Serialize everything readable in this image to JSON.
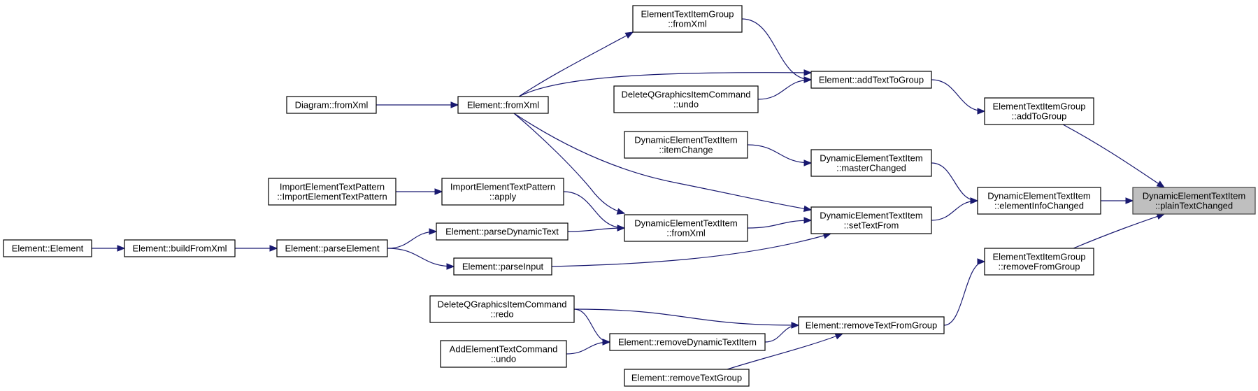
{
  "diagram": {
    "nodes": [
      {
        "id": "plainTextChanged",
        "lines": [
          "DynamicElementTextItem",
          "::plainTextChanged"
        ],
        "highlight": true
      },
      {
        "id": "addToGroup",
        "lines": [
          "ElementTextItemGroup",
          "::addToGroup"
        ]
      },
      {
        "id": "elementInfoChanged",
        "lines": [
          "DynamicElementTextItem",
          "::elementInfoChanged"
        ]
      },
      {
        "id": "removeFromGroup",
        "lines": [
          "ElementTextItemGroup",
          "::removeFromGroup"
        ]
      },
      {
        "id": "addTextToGroup",
        "lines": [
          "Element::addTextToGroup"
        ]
      },
      {
        "id": "masterChanged",
        "lines": [
          "DynamicElementTextItem",
          "::masterChanged"
        ]
      },
      {
        "id": "setTextFrom",
        "lines": [
          "DynamicElementTextItem",
          "::setTextFrom"
        ]
      },
      {
        "id": "removeTextFromGroup",
        "lines": [
          "Element::removeTextFromGroup"
        ]
      },
      {
        "id": "grpFromXml",
        "lines": [
          "ElementTextItemGroup",
          "::fromXml"
        ]
      },
      {
        "id": "delUndo",
        "lines": [
          "DeleteQGraphicsItemCommand",
          "::undo"
        ]
      },
      {
        "id": "itemChange",
        "lines": [
          "DynamicElementTextItem",
          "::itemChange"
        ]
      },
      {
        "id": "dynFromXml",
        "lines": [
          "DynamicElementTextItem",
          "::fromXml"
        ]
      },
      {
        "id": "delRedo",
        "lines": [
          "DeleteQGraphicsItemCommand",
          "::redo"
        ]
      },
      {
        "id": "removeDynamicTextItem",
        "lines": [
          "Element::removeDynamicTextItem"
        ]
      },
      {
        "id": "addUndo",
        "lines": [
          "AddElementTextCommand",
          "::undo"
        ]
      },
      {
        "id": "removeTextGroup",
        "lines": [
          "Element::removeTextGroup"
        ]
      },
      {
        "id": "elFromXml",
        "lines": [
          "Element::fromXml"
        ]
      },
      {
        "id": "patApply",
        "lines": [
          "ImportElementTextPattern",
          "::apply"
        ]
      },
      {
        "id": "parseDynamicText",
        "lines": [
          "Element::parseDynamicText"
        ]
      },
      {
        "id": "parseInput",
        "lines": [
          "Element::parseInput"
        ]
      },
      {
        "id": "diagFromXml",
        "lines": [
          "Diagram::fromXml"
        ]
      },
      {
        "id": "patCtor",
        "lines": [
          "ImportElementTextPattern",
          "::ImportElementTextPattern"
        ]
      },
      {
        "id": "parseElement",
        "lines": [
          "Element::parseElement"
        ]
      },
      {
        "id": "buildFromXml",
        "lines": [
          "Element::buildFromXml"
        ]
      },
      {
        "id": "elCtor",
        "lines": [
          "Element::Element"
        ]
      }
    ],
    "edges": [
      {
        "from": "addToGroup",
        "to": "plainTextChanged"
      },
      {
        "from": "elementInfoChanged",
        "to": "plainTextChanged"
      },
      {
        "from": "removeFromGroup",
        "to": "plainTextChanged"
      },
      {
        "from": "addTextToGroup",
        "to": "addToGroup"
      },
      {
        "from": "masterChanged",
        "to": "elementInfoChanged"
      },
      {
        "from": "setTextFrom",
        "to": "elementInfoChanged"
      },
      {
        "from": "removeTextFromGroup",
        "to": "removeFromGroup"
      },
      {
        "from": "grpFromXml",
        "to": "addTextToGroup"
      },
      {
        "from": "elFromXml",
        "to": "addTextToGroup"
      },
      {
        "from": "delUndo",
        "to": "addTextToGroup"
      },
      {
        "from": "itemChange",
        "to": "masterChanged"
      },
      {
        "from": "elFromXml",
        "to": "setTextFrom"
      },
      {
        "from": "dynFromXml",
        "to": "setTextFrom"
      },
      {
        "from": "parseInput",
        "to": "setTextFrom"
      },
      {
        "from": "delRedo",
        "to": "removeTextFromGroup"
      },
      {
        "from": "removeDynamicTextItem",
        "to": "removeTextFromGroup"
      },
      {
        "from": "removeTextGroup",
        "to": "removeTextFromGroup"
      },
      {
        "from": "elFromXml",
        "to": "grpFromXml"
      },
      {
        "from": "elFromXml",
        "to": "dynFromXml"
      },
      {
        "from": "patApply",
        "to": "dynFromXml"
      },
      {
        "from": "parseDynamicText",
        "to": "dynFromXml"
      },
      {
        "from": "delRedo",
        "to": "removeDynamicTextItem"
      },
      {
        "from": "addUndo",
        "to": "removeDynamicTextItem"
      },
      {
        "from": "diagFromXml",
        "to": "elFromXml"
      },
      {
        "from": "patCtor",
        "to": "patApply"
      },
      {
        "from": "parseElement",
        "to": "parseDynamicText"
      },
      {
        "from": "parseElement",
        "to": "parseInput"
      },
      {
        "from": "buildFromXml",
        "to": "parseElement"
      },
      {
        "from": "elCtor",
        "to": "buildFromXml"
      }
    ]
  }
}
